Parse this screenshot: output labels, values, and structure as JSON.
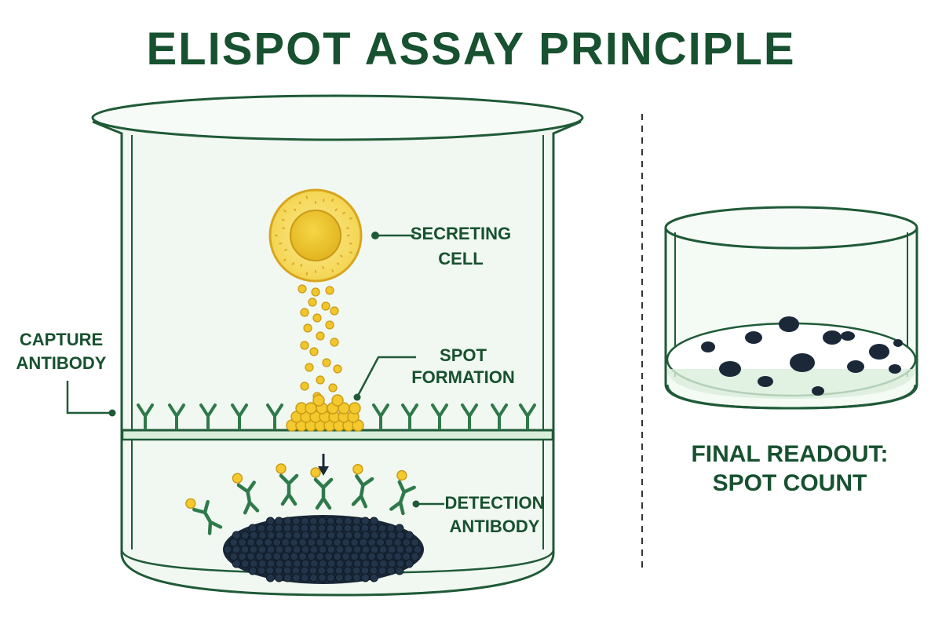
{
  "title": "ELISPOT ASSAY PRINCIPLE",
  "labels": {
    "secreting_cell": [
      "SECRETING",
      "CELL"
    ],
    "capture_antibody": [
      "CAPTURE",
      "ANTIBODY"
    ],
    "spot_formation": [
      "SPOT",
      "FORMATION"
    ],
    "detection_antibody": [
      "DETECTION",
      "ANTIBODY"
    ],
    "final_readout": [
      "FINAL READOUT:",
      "SPOT COUNT"
    ]
  },
  "colors": {
    "outline": "#1f5a37",
    "text": "#17512f",
    "well_fill": "#f1f8f1",
    "membrane": "#d9eedb",
    "cell_outer": "#f7df6a",
    "cell_nucleus": "#e9c22e",
    "cytokine": "#f1c62a",
    "spot": "#1a2838",
    "antibody": "#2e7a4a"
  },
  "icons": [
    "secreting-cell-icon",
    "capture-antibody-icon",
    "detection-antibody-icon",
    "spot-icon",
    "arrow-down-icon"
  ]
}
